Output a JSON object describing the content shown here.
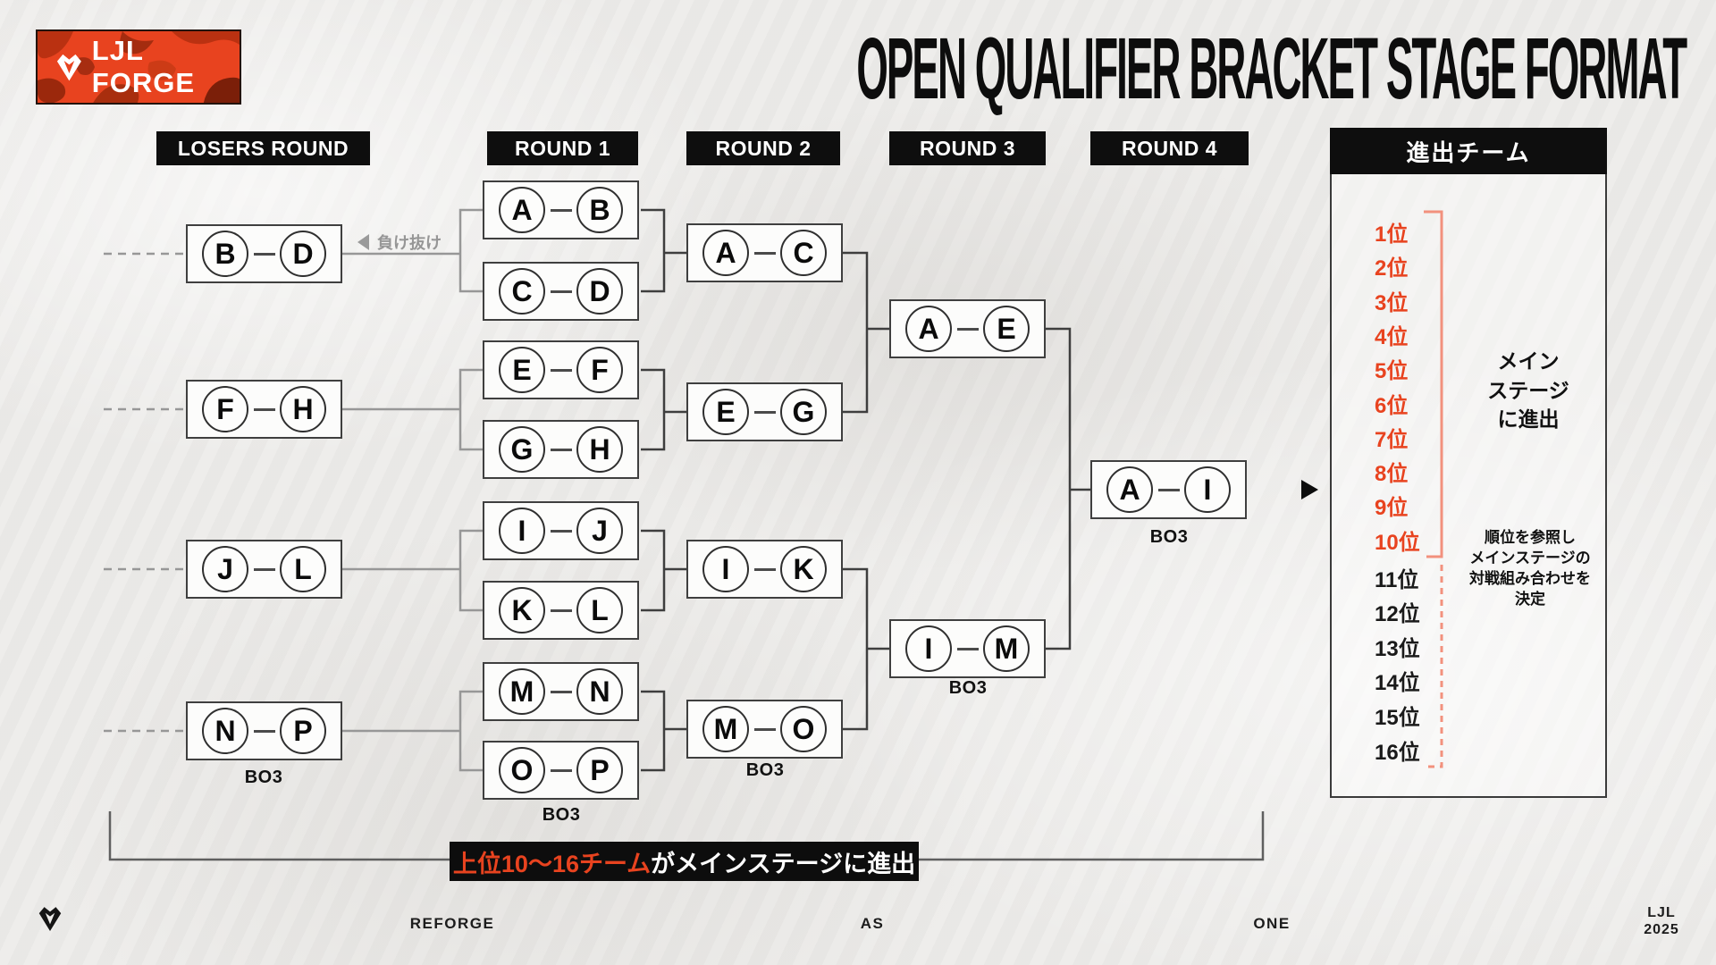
{
  "header": {
    "logo_text": "LJL FORGE",
    "title": "OPEN QUALIFIER BRACKET STAGE FORMAT"
  },
  "columns": [
    {
      "label": "LOSERS ROUND"
    },
    {
      "label": "ROUND 1"
    },
    {
      "label": "ROUND 2"
    },
    {
      "label": "ROUND 3"
    },
    {
      "label": "ROUND 4"
    }
  ],
  "bracket": {
    "losers_round": {
      "matches": [
        [
          "B",
          "D"
        ],
        [
          "F",
          "H"
        ],
        [
          "J",
          "L"
        ],
        [
          "N",
          "P"
        ]
      ],
      "bo3_label": "BO3",
      "loser_drop_label": "負け抜け"
    },
    "round1": {
      "matches": [
        [
          "A",
          "B"
        ],
        [
          "C",
          "D"
        ],
        [
          "E",
          "F"
        ],
        [
          "G",
          "H"
        ],
        [
          "I",
          "J"
        ],
        [
          "K",
          "L"
        ],
        [
          "M",
          "N"
        ],
        [
          "O",
          "P"
        ]
      ],
      "bo3_label": "BO3"
    },
    "round2": {
      "matches": [
        [
          "A",
          "C"
        ],
        [
          "E",
          "G"
        ],
        [
          "I",
          "K"
        ],
        [
          "M",
          "O"
        ]
      ],
      "bo3_label": "BO3"
    },
    "round3": {
      "matches": [
        [
          "A",
          "E"
        ],
        [
          "I",
          "M"
        ]
      ],
      "bo3_label": "BO3"
    },
    "round4": {
      "matches": [
        [
          "A",
          "I"
        ]
      ],
      "bo3_label": "BO3"
    }
  },
  "advance_panel": {
    "title": "進出チーム",
    "ranks": [
      {
        "label": "1位",
        "highlight": true
      },
      {
        "label": "2位",
        "highlight": true
      },
      {
        "label": "3位",
        "highlight": true
      },
      {
        "label": "4位",
        "highlight": true
      },
      {
        "label": "5位",
        "highlight": true
      },
      {
        "label": "6位",
        "highlight": true
      },
      {
        "label": "7位",
        "highlight": true
      },
      {
        "label": "8位",
        "highlight": true
      },
      {
        "label": "9位",
        "highlight": true
      },
      {
        "label": "10位",
        "highlight": true
      },
      {
        "label": "11位",
        "highlight": false
      },
      {
        "label": "12位",
        "highlight": false
      },
      {
        "label": "13位",
        "highlight": false
      },
      {
        "label": "14位",
        "highlight": false
      },
      {
        "label": "15位",
        "highlight": false
      },
      {
        "label": "16位",
        "highlight": false
      }
    ],
    "main_stage_note": [
      "メイン",
      "ステージ",
      "に進出"
    ],
    "pairing_note": [
      "順位を参照し",
      "メインステージの",
      "対戦組み合わせを",
      "決定"
    ]
  },
  "bottom_banner": {
    "highlight": "上位10〜16チーム",
    "rest": "がメインステージに進出"
  },
  "footer": {
    "items": [
      "REFORGE",
      "AS",
      "ONE"
    ],
    "year_line1": "LJL",
    "year_line2": "2025"
  },
  "colors": {
    "accent": "#E8431F",
    "header_black": "#0e0e0e",
    "line_dark": "#3e3e3e",
    "line_gray": "#979797"
  }
}
